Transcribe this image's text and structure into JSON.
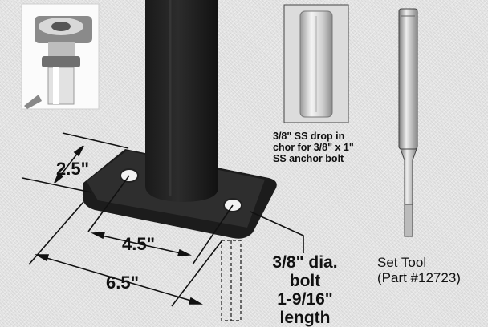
{
  "dimensions": {
    "width": "2.5\"",
    "hole_spacing": "4.5\"",
    "length": "6.5\""
  },
  "bolt_spec": {
    "line1": "3/8\" dia.",
    "line2": "bolt",
    "line3": "1-9/16\"",
    "line4": "length"
  },
  "anchor_caption": {
    "line1": "3/8\" SS drop in",
    "line2": "chor for 3/8\" x 1\"",
    "line3": "SS anchor bolt"
  },
  "tool_caption": {
    "line1": "Set Tool",
    "line2": "(Part #12723)"
  }
}
